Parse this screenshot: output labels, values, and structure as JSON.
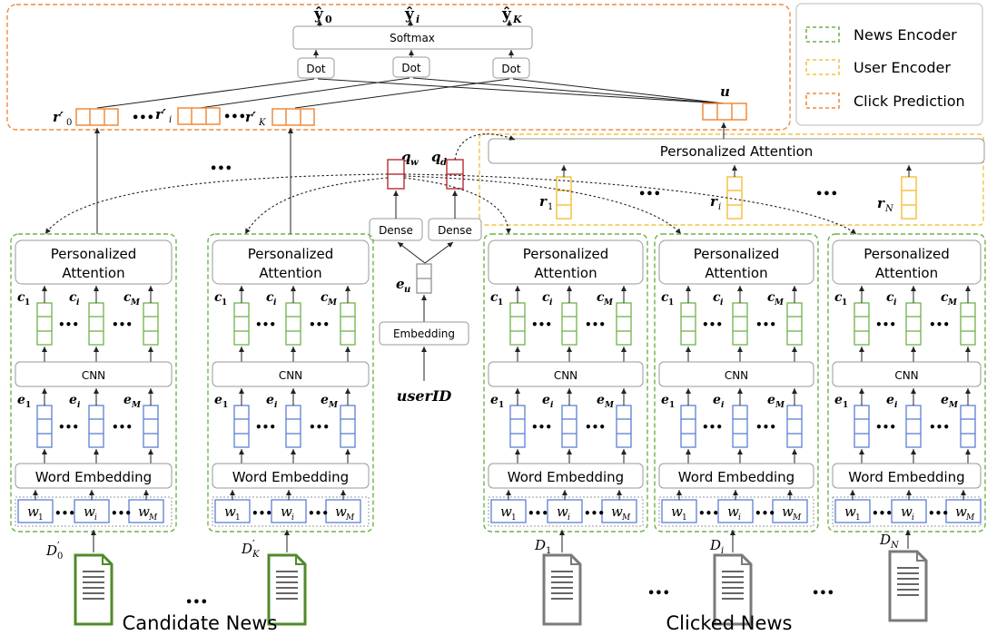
{
  "legend": {
    "items": [
      {
        "label": "News Encoder",
        "color": "#6fb24b"
      },
      {
        "label": "User Encoder",
        "color": "#f5c242"
      },
      {
        "label": "Click Prediction",
        "color": "#f08a3c"
      }
    ]
  },
  "prediction": {
    "softmax_label": "Softmax",
    "dot_label": "Dot",
    "outputs": [
      "ŷ",
      "ŷ",
      "ŷ"
    ],
    "output_subs": [
      "0",
      "i",
      "K"
    ],
    "r_prime_subs": [
      "0",
      "i",
      "K"
    ],
    "u_label": "u",
    "ellipsis": "•••"
  },
  "user_encoder": {
    "attention_label": "Personalized Attention",
    "r_subs": [
      "1",
      "i",
      "N"
    ],
    "qw_sub": "w",
    "qd_sub": "d",
    "dense_label": "Dense",
    "eu_sub": "u",
    "embedding_label": "Embedding",
    "user_id": "userID"
  },
  "news_encoder": {
    "attention_line1": "Personalized",
    "attention_line2": "Attention",
    "cnn_label": "CNN",
    "word_embedding_label": "Word Embedding",
    "c_subs": [
      "1",
      "i",
      "M"
    ],
    "e_subs": [
      "1",
      "i",
      "M"
    ],
    "w_subs": [
      "1",
      "i",
      "M"
    ]
  },
  "documents": {
    "candidate_subs": [
      "0",
      "K"
    ],
    "clicked_subs": [
      "1",
      "i",
      "N"
    ]
  },
  "captions": {
    "candidate": "Candidate News",
    "clicked": "Clicked News"
  },
  "colors": {
    "orange": "#f08a3c",
    "yellow": "#f5c242",
    "green": "#6fb24b",
    "blue": "#5b7fd6",
    "red": "#c0393b",
    "gray_doc": "#7a7a7a",
    "green_doc": "#4f8a2b"
  }
}
